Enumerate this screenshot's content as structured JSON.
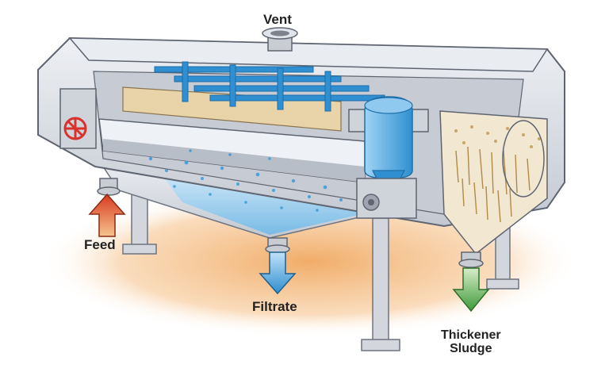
{
  "labels": {
    "vent": "Vent",
    "feed": "Feed",
    "filtrate": "Filtrate",
    "thickener_sludge_line1": "Thickener",
    "thickener_sludge_line2": "Sludge"
  },
  "colors": {
    "housing": "#d9dce3",
    "housing_dark": "#9ea4b0",
    "spray_bars": "#2f8fd0",
    "drum_panel": "#e9d3a8",
    "filtrate_water": "#9fd1f0",
    "sludge": "#c7a76a",
    "floor_glow": "#f0a860",
    "feed_arrow": "#e25a2a",
    "filtrate_arrow": "#2f8fd0",
    "sludge_arrow": "#5aa84a",
    "valve_wheel": "#d9322c"
  },
  "icons": {
    "vent": "vent-pipe-icon",
    "feed": "up-arrow-icon",
    "filtrate": "down-arrow-icon",
    "sludge": "down-arrow-icon",
    "valve": "valve-wheel-icon"
  }
}
